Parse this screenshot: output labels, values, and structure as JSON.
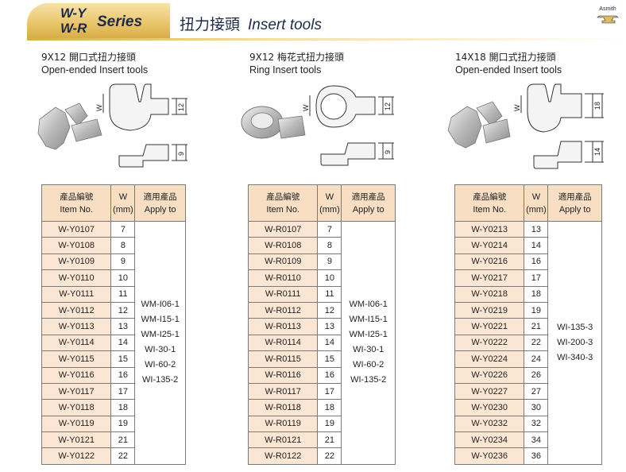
{
  "header": {
    "series_code_1": "W-Y",
    "series_code_2": "W-R",
    "series_word": "Series",
    "title_zh": "扭力接頭",
    "title_en": "Insert tools",
    "logo_text": "Asmith",
    "accent_color": "#e2bb5c"
  },
  "sections": [
    {
      "caption_zh": "9X12 開口式扭力接頭",
      "caption_en": "Open-ended Insert tools",
      "dim_w": "W",
      "dim_a": "12",
      "dim_b": "9",
      "table": {
        "col_item_zh": "產品編號",
        "col_item_en": "Item No.",
        "col_w": "W",
        "col_w_unit": "(mm)",
        "col_apply_zh": "適用產品",
        "col_apply_en": "Apply to",
        "apply": [
          "WM-I06-1",
          "WM-I15-1",
          "WM-I25-1",
          "WI-30-1",
          "WI-60-2",
          "WI-135-2"
        ],
        "rows": [
          {
            "item": "W-Y0107",
            "w": "7"
          },
          {
            "item": "W-Y0108",
            "w": "8"
          },
          {
            "item": "W-Y0109",
            "w": "9"
          },
          {
            "item": "W-Y0110",
            "w": "10"
          },
          {
            "item": "W-Y0111",
            "w": "11"
          },
          {
            "item": "W-Y0112",
            "w": "12"
          },
          {
            "item": "W-Y0113",
            "w": "13"
          },
          {
            "item": "W-Y0114",
            "w": "14"
          },
          {
            "item": "W-Y0115",
            "w": "15"
          },
          {
            "item": "W-Y0116",
            "w": "16"
          },
          {
            "item": "W-Y0117",
            "w": "17"
          },
          {
            "item": "W-Y0118",
            "w": "18"
          },
          {
            "item": "W-Y0119",
            "w": "19"
          },
          {
            "item": "W-Y0121",
            "w": "21"
          },
          {
            "item": "W-Y0122",
            "w": "22"
          }
        ]
      }
    },
    {
      "caption_zh": "9X12 梅花式扭力接頭",
      "caption_en": "Ring Insert tools",
      "dim_w": "W",
      "dim_a": "12",
      "dim_b": "9",
      "table": {
        "col_item_zh": "產品編號",
        "col_item_en": "Item No.",
        "col_w": "W",
        "col_w_unit": "(mm)",
        "col_apply_zh": "適用產品",
        "col_apply_en": "Apply to",
        "apply": [
          "WM-I06-1",
          "WM-I15-1",
          "WM-I25-1",
          "WI-30-1",
          "WI-60-2",
          "WI-135-2"
        ],
        "rows": [
          {
            "item": "W-R0107",
            "w": "7"
          },
          {
            "item": "W-R0108",
            "w": "8"
          },
          {
            "item": "W-R0109",
            "w": "9"
          },
          {
            "item": "W-R0110",
            "w": "10"
          },
          {
            "item": "W-R0111",
            "w": "11"
          },
          {
            "item": "W-R0112",
            "w": "12"
          },
          {
            "item": "W-R0113",
            "w": "13"
          },
          {
            "item": "W-R0114",
            "w": "14"
          },
          {
            "item": "W-R0115",
            "w": "15"
          },
          {
            "item": "W-R0116",
            "w": "16"
          },
          {
            "item": "W-R0117",
            "w": "17"
          },
          {
            "item": "W-R0118",
            "w": "18"
          },
          {
            "item": "W-R0119",
            "w": "19"
          },
          {
            "item": "W-R0121",
            "w": "21"
          },
          {
            "item": "W-R0122",
            "w": "22"
          }
        ]
      }
    },
    {
      "caption_zh": "14X18 開口式扭力接頭",
      "caption_en": "Open-ended Insert tools",
      "dim_w": "W",
      "dim_a": "18",
      "dim_b": "14",
      "table": {
        "col_item_zh": "產品編號",
        "col_item_en": "Item No.",
        "col_w": "W",
        "col_w_unit": "(mm)",
        "col_apply_zh": "適用產品",
        "col_apply_en": "Apply to",
        "apply": [
          "WI-135-3",
          "WI-200-3",
          "WI-340-3"
        ],
        "rows": [
          {
            "item": "W-Y0213",
            "w": "13"
          },
          {
            "item": "W-Y0214",
            "w": "14"
          },
          {
            "item": "W-Y0216",
            "w": "16"
          },
          {
            "item": "W-Y0217",
            "w": "17"
          },
          {
            "item": "W-Y0218",
            "w": "18"
          },
          {
            "item": "W-Y0219",
            "w": "19"
          },
          {
            "item": "W-Y0221",
            "w": "21"
          },
          {
            "item": "W-Y0222",
            "w": "22"
          },
          {
            "item": "W-Y0224",
            "w": "24"
          },
          {
            "item": "W-Y0226",
            "w": "26"
          },
          {
            "item": "W-Y0227",
            "w": "27"
          },
          {
            "item": "W-Y0230",
            "w": "30"
          },
          {
            "item": "W-Y0232",
            "w": "32"
          },
          {
            "item": "W-Y0234",
            "w": "34"
          },
          {
            "item": "W-Y0236",
            "w": "36"
          }
        ]
      }
    }
  ]
}
